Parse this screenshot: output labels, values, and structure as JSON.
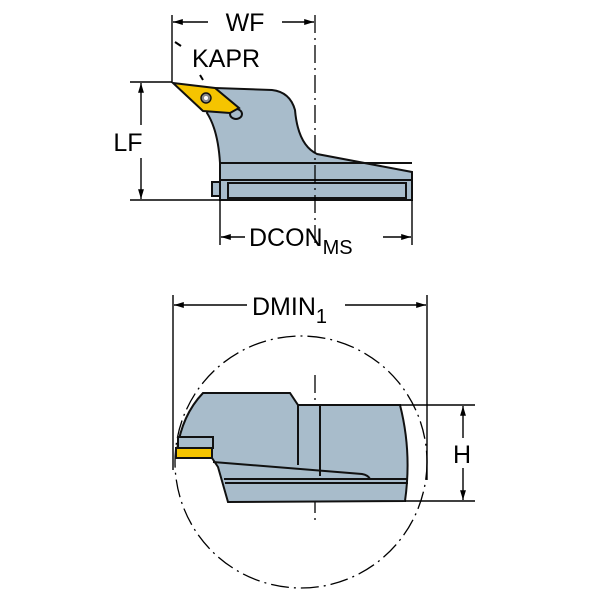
{
  "labels": {
    "wf": "WF",
    "kapr": "KAPR",
    "lf": "LF",
    "dcon": "DCON",
    "dcon_sub": "MS",
    "dmin": "DMIN",
    "dmin_sub": "1",
    "h": "H"
  },
  "colors": {
    "body": "#a8bccb",
    "insert": "#f5c400",
    "outline": "#111111"
  }
}
